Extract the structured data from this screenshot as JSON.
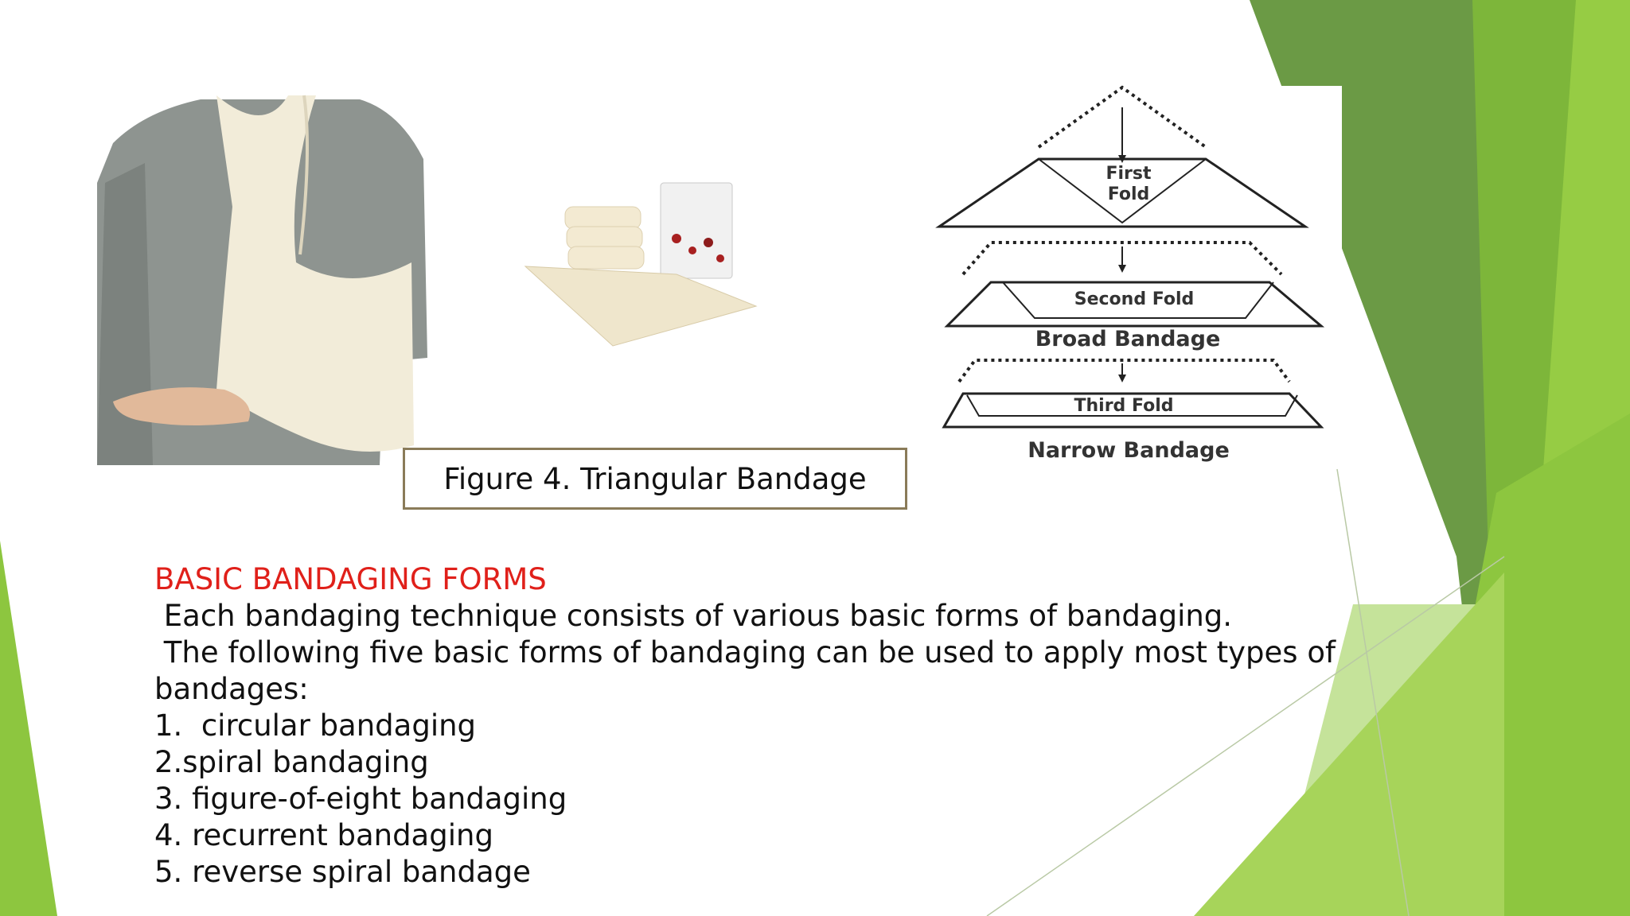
{
  "caption": "Figure 4. Triangular Bandage",
  "diagram": {
    "first_fold": [
      "First",
      "Fold"
    ],
    "second_fold": "Second Fold",
    "broad_bandage": "Broad Bandage",
    "third_fold": "Third Fold",
    "narrow_bandage": "Narrow Bandage"
  },
  "content": {
    "heading": "BASIC BANDAGING FORMS",
    "intro": [
      " Each bandaging technique consists of various basic forms of bandaging.",
      " The following five basic forms of bandaging can be used to apply most types of",
      "bandages:"
    ],
    "list": [
      "1.  circular bandaging",
      "2.spiral bandaging",
      "3. figure-of-eight bandaging",
      "4. recurrent bandaging",
      "5. reverse spiral bandage"
    ]
  },
  "colors": {
    "heading": "#e0201a",
    "accent_dark_green": "#5f8f3d",
    "accent_green": "#8dc63f",
    "accent_light_green": "#c5e39a"
  }
}
